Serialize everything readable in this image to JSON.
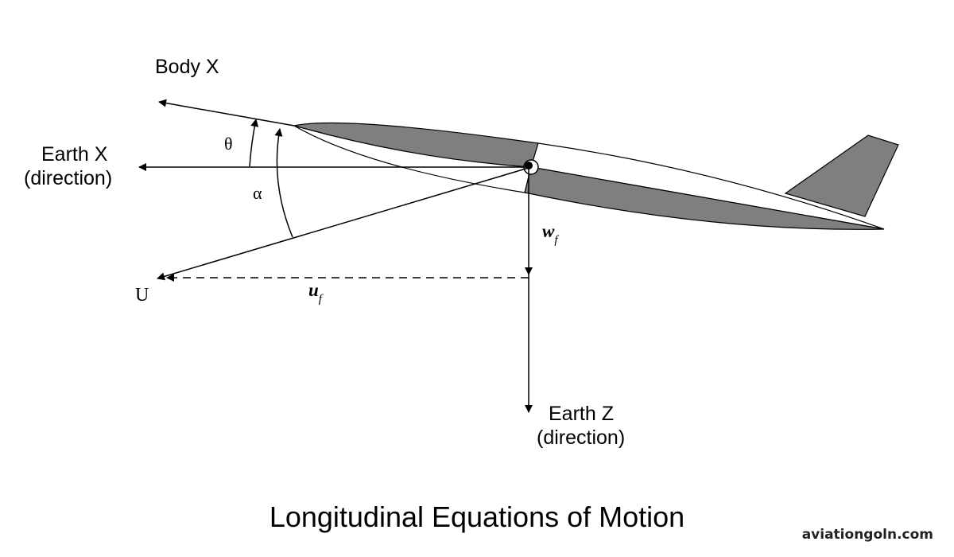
{
  "labels": {
    "body_x": "Body X",
    "theta": "θ",
    "earth_x_line1": "Earth X",
    "earth_x_line2": "(direction)",
    "alpha": "α",
    "u_vector": "U",
    "u_f_main": "u",
    "u_f_sub": "f",
    "w_f_main": "w",
    "w_f_sub": "f",
    "earth_z_line1": "Earth Z",
    "earth_z_line2": "(direction)"
  },
  "caption": "Longitudinal Equations of Motion",
  "watermark": "aviationgoln.com",
  "colors": {
    "line": "#000000",
    "fuselage_shade": "#7f7f7f",
    "background": "#ffffff"
  }
}
